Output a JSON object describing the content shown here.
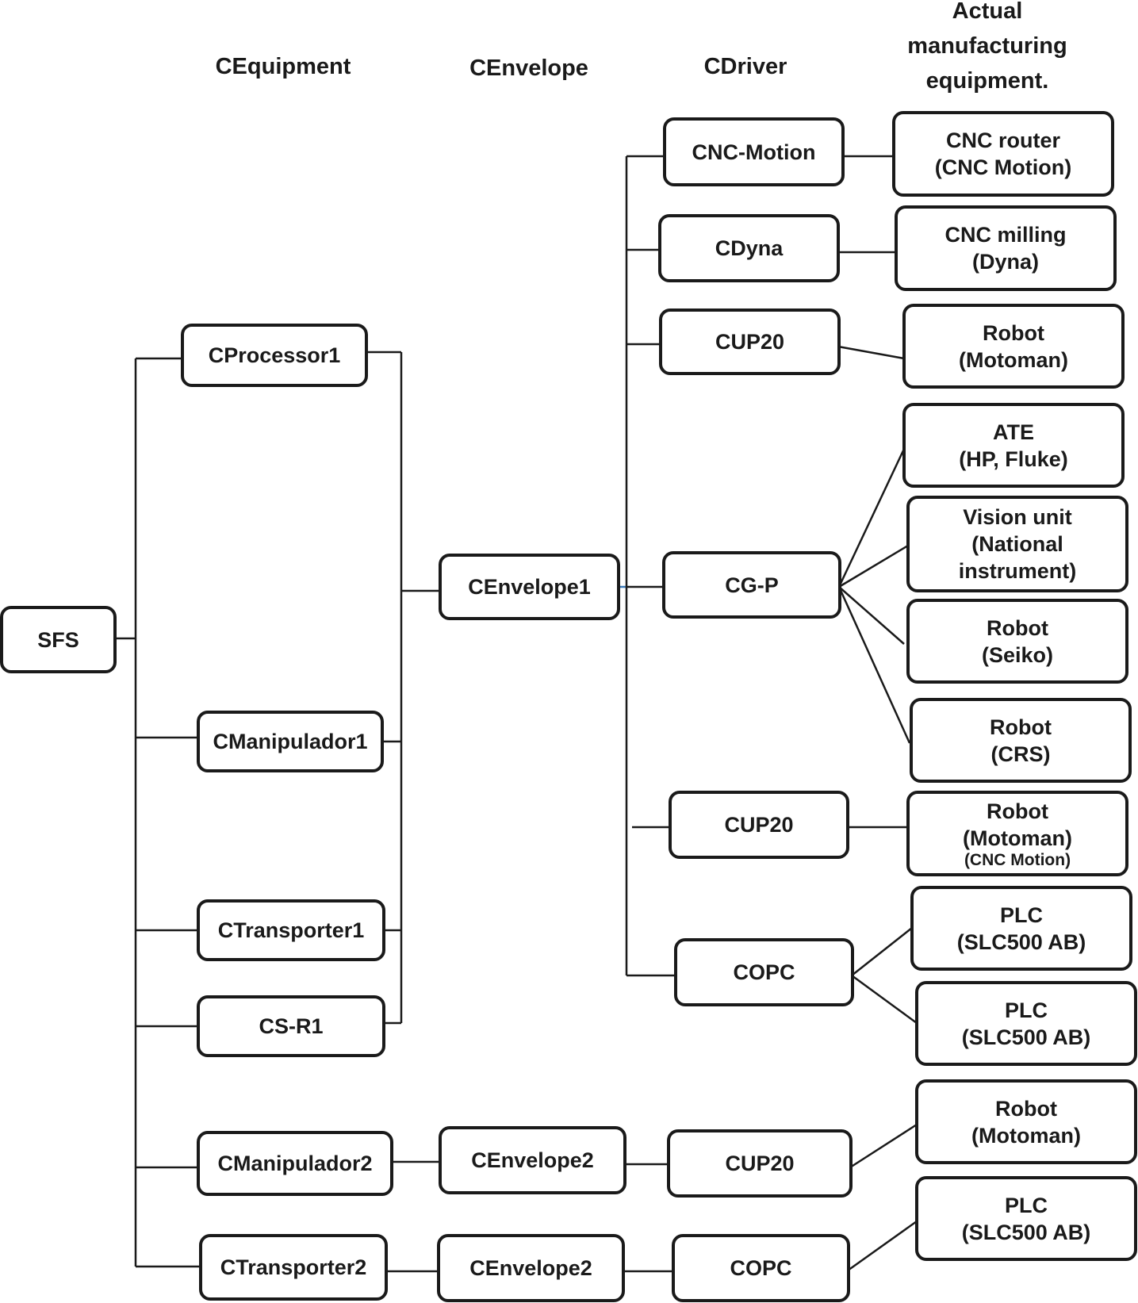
{
  "headers": {
    "equipment": "CEquipment",
    "envelope": "CEnvelope",
    "driver": "CDriver",
    "actual": [
      "Actual",
      "manufacturing",
      "equipment."
    ]
  },
  "root": "SFS",
  "equipment": [
    "CProcessor1",
    "CManipulador1",
    "CTransporter1",
    "CS-R1",
    "CManipulador2",
    "CTransporter2"
  ],
  "envelopes": [
    "CEnvelope1",
    "CEnvelope2",
    "CEnvelope2"
  ],
  "drivers": [
    "CNC-Motion",
    "CDyna",
    "CUP20",
    "CG-P",
    "CUP20",
    "COPC",
    "CUP20",
    "COPC"
  ],
  "devices": [
    [
      "CNC router",
      "(CNC Motion)"
    ],
    [
      "CNC milling",
      "(Dyna)"
    ],
    [
      "Robot",
      "(Motoman)"
    ],
    [
      "ATE",
      "(HP, Fluke)"
    ],
    [
      "Vision unit",
      "(National",
      "instrument)"
    ],
    [
      "Robot",
      "(Seiko)"
    ],
    [
      "Robot",
      "(CRS)"
    ],
    [
      "Robot",
      "(Motoman)",
      "(CNC Motion)"
    ],
    [
      "PLC",
      "(SLC500 AB)"
    ],
    [
      "PLC",
      "(SLC500 AB)"
    ],
    [
      "Robot",
      "(Motoman)"
    ],
    [
      "PLC",
      "(SLC500 AB)"
    ]
  ]
}
